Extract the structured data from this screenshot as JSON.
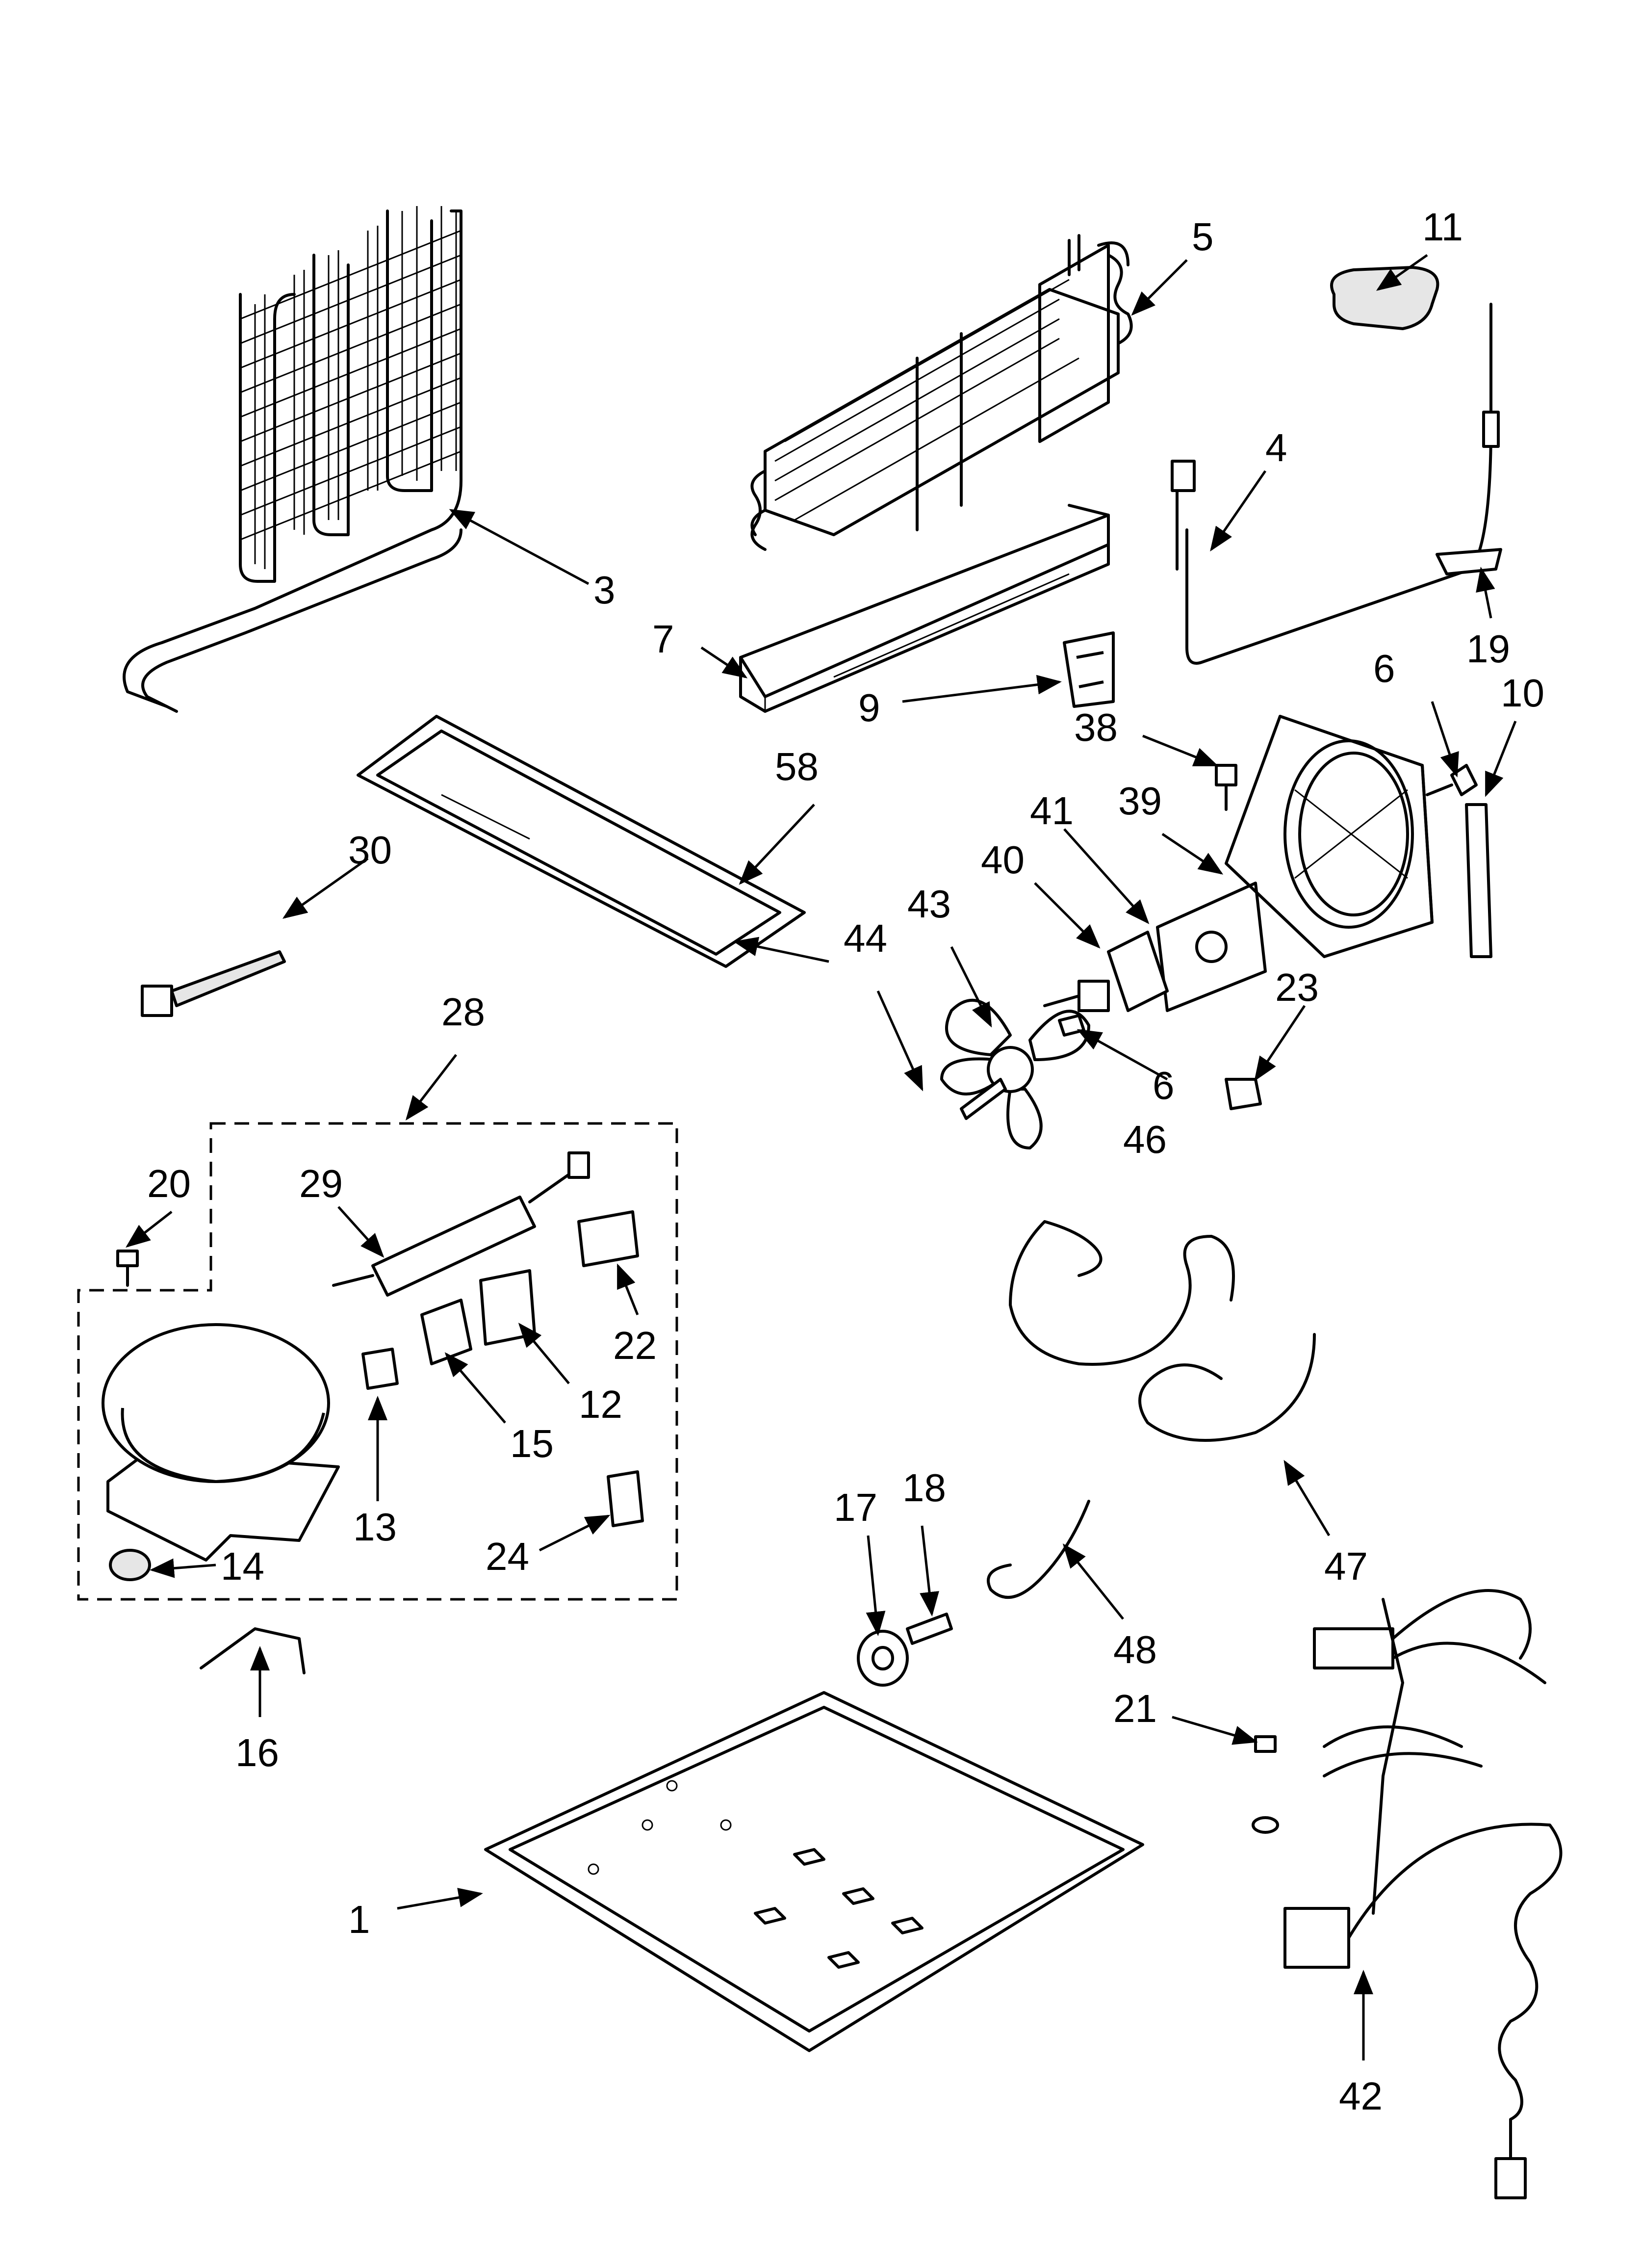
{
  "labels": {
    "l1": "1",
    "l3": "3",
    "l4": "4",
    "l5": "5",
    "l6a": "6",
    "l6b": "6",
    "l7": "7",
    "l9": "9",
    "l10": "10",
    "l11": "11",
    "l12": "12",
    "l13": "13",
    "l14": "14",
    "l15": "15",
    "l16": "16",
    "l17": "17",
    "l18": "18",
    "l19": "19",
    "l20": "20",
    "l21": "21",
    "l22": "22",
    "l23": "23",
    "l24": "24",
    "l28": "28",
    "l29": "29",
    "l30": "30",
    "l38": "38",
    "l39": "39",
    "l40": "40",
    "l41": "41",
    "l42": "42",
    "l43": "43",
    "l44": "44",
    "l46": "46",
    "l47": "47",
    "l48": "48",
    "l58": "58"
  }
}
